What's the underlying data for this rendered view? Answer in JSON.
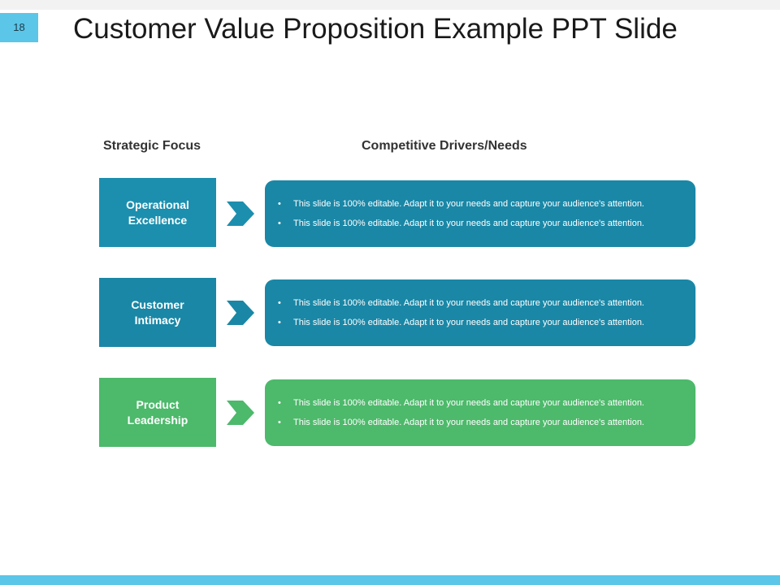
{
  "slide": {
    "number": "18",
    "title": "Customer Value Proposition Example PPT Slide"
  },
  "headers": {
    "left": "Strategic Focus",
    "right": "Competitive Drivers/Needs"
  },
  "colors": {
    "teal": "#1c8fae",
    "blue": "#1a87a6",
    "green": "#4db96b",
    "accent": "#5bc6e8"
  },
  "rows": [
    {
      "focus": "Operational Excellence",
      "bullets": [
        "This slide is 100% editable. Adapt it to your needs and capture your audience's attention.",
        "This slide is 100% editable. Adapt it to your needs and capture your audience's attention."
      ]
    },
    {
      "focus": "Customer Intimacy",
      "bullets": [
        "This slide is 100% editable. Adapt it to your needs and capture your audience's attention.",
        "This slide is 100% editable. Adapt it to your needs and capture your audience's attention."
      ]
    },
    {
      "focus": "Product Leadership",
      "bullets": [
        "This slide is 100% editable. Adapt it to your needs and capture your audience's attention.",
        "This slide is 100% editable. Adapt it to your needs and capture your audience's attention."
      ]
    }
  ],
  "icons": {
    "arrow": "chevron-arrow-icon",
    "bullet": "•"
  }
}
